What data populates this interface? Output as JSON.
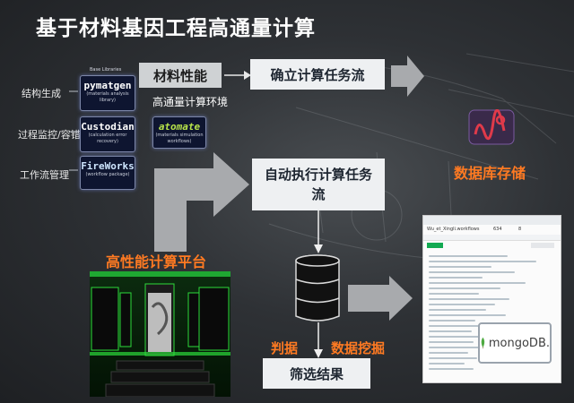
{
  "title": "基于材料基因工程高通量计算",
  "left_labels": {
    "structure_gen": "结构生成",
    "process_monitor": "过程监控/容错",
    "workflow_mgmt": "工作流管理"
  },
  "tools": {
    "header": "Base Libraries",
    "pymatgen": {
      "name": "pymatgen",
      "sub": "(materials analysis library)"
    },
    "custodian": {
      "name": "Custodian",
      "sub": "(calculation error recovery)"
    },
    "fireworks": {
      "name": "FireWorks",
      "sub": "(workflow package)"
    },
    "atomate": {
      "name": "atomate",
      "sub": "(materials simulation workflows)"
    }
  },
  "boxes": {
    "material_property": "材料性能",
    "ht_env": "高通量计算环境",
    "define_workflow": "确立计算任务流",
    "auto_execute": "自动执行计算任务流",
    "filter_results": "筛选结果"
  },
  "orange_labels": {
    "database_storage": "数据库存储",
    "hpc_platform": "高性能计算平台",
    "judge_data": "判据",
    "data_mining": "数据挖掘"
  },
  "db_screenshot": {
    "collection": "Wu_et_Xingli.workflows",
    "count_a": "634",
    "count_b": "8"
  },
  "mongodb_label": "mongoDB.",
  "colors": {
    "accent_orange": "#ff7a22",
    "box_gray": "#cfd2d4",
    "arrow_gray": "#a8aaad",
    "hpc_green": "#2cdc3a"
  }
}
